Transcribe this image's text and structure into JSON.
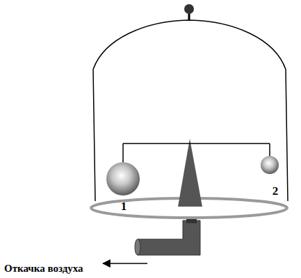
{
  "diagram": {
    "labels": [
      "1",
      "2",
      "Откачка воздуха"
    ]
  }
}
